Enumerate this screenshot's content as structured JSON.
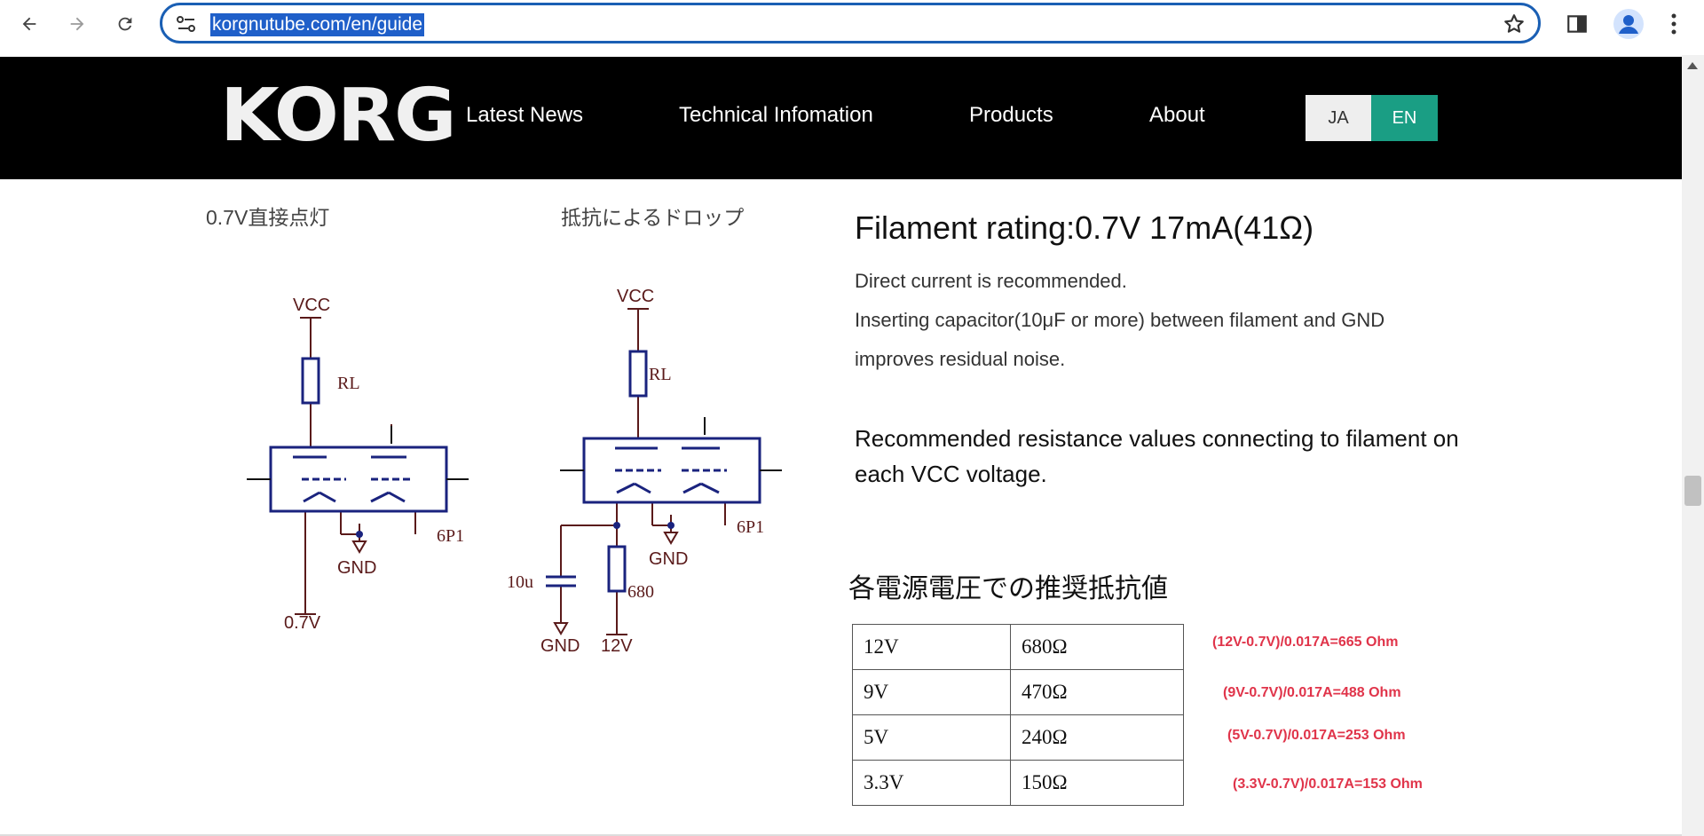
{
  "browser": {
    "url": "korgnutube.com/en/guide",
    "icons": [
      "back-icon",
      "forward-icon",
      "reload-icon",
      "site-info-icon",
      "star-icon",
      "side-panel-icon",
      "profile-icon",
      "menu-icon"
    ]
  },
  "header": {
    "logo": "KORG",
    "nav": [
      "Latest News",
      "Technical Infomation",
      "Products",
      "About"
    ],
    "lang": {
      "ja": "JA",
      "en": "EN"
    },
    "colors": {
      "background": "#000000",
      "lang_active": "#1a9e84"
    }
  },
  "diagrams": {
    "left_caption": "0.7V直接点灯",
    "right_caption": "抵抗によるドロップ",
    "left": {
      "vcc": "VCC",
      "rl": "RL",
      "part": "6P1",
      "gnd": "GND",
      "supply": "0.7V"
    },
    "right": {
      "vcc": "VCC",
      "rl": "RL",
      "part": "6P1",
      "gnd": "GND",
      "cap": "10u",
      "resistor": "680",
      "gnd2": "GND",
      "supply": "12V"
    }
  },
  "content": {
    "filament_heading": "Filament rating:0.7V 17mA(41Ω)",
    "line1": "Direct current is recommended.",
    "line2": "Inserting capacitor(10μF or more) between filament and GND",
    "line3": "improves residual noise.",
    "recommended": "Recommended resistance values connecting to filament on each VCC voltage.",
    "jp_heading": "各電源電圧での推奨抵抗値",
    "table": [
      {
        "voltage": "12V",
        "ohm": "680Ω",
        "calc": "(12V-0.7V)/0.017A=665 Ohm"
      },
      {
        "voltage": "9V",
        "ohm": "470Ω",
        "calc": "(9V-0.7V)/0.017A=488 Ohm"
      },
      {
        "voltage": "5V",
        "ohm": "240Ω",
        "calc": "(5V-0.7V)/0.017A=253 Ohm"
      },
      {
        "voltage": "3.3V",
        "ohm": "150Ω",
        "calc": "(3.3V-0.7V)/0.017A=153 Ohm"
      }
    ],
    "calc_color": "#e0344a"
  }
}
